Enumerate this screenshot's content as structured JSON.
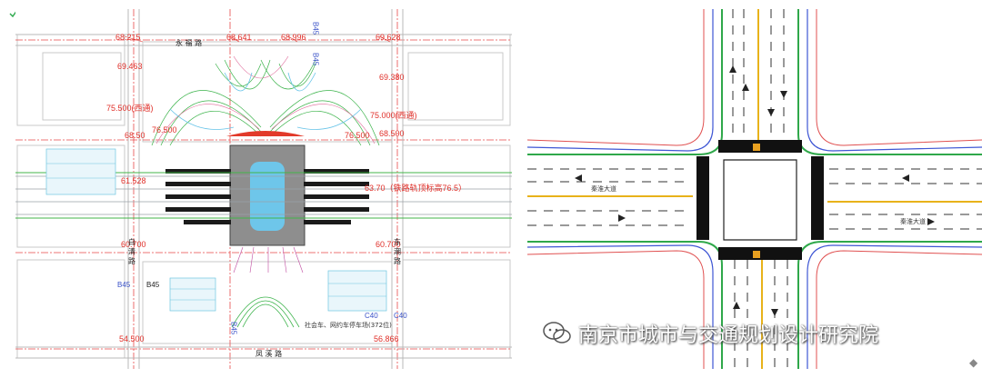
{
  "left_plan": {
    "elevations": {
      "top_left": "68.215",
      "top_mid1": "68.641",
      "top_mid2": "68.996",
      "top_right": "69.628",
      "left_upper": "69.463",
      "right_upper": "69.380",
      "left_mid": "75.500",
      "left_mid_note": "(西通)",
      "right_mid": "75.000",
      "right_mid_note": "(西通)",
      "inner_left": "76.500",
      "inner_right": "76.500",
      "left_lower1": "68.50",
      "right_lower1": "68.500",
      "left_lower2": "61.528",
      "right_note": "63.70（铁路轨顶标高76.5）",
      "left_lower3": "60.700",
      "right_lower3": "60.700",
      "bottom_left": "54.500",
      "bottom_right": "56.866"
    },
    "road_names": {
      "top": "永 福 路",
      "bottom": "凤 溪 路",
      "left": "白 清 路",
      "right": "东 潮 路"
    },
    "block_labels": {
      "b45_top": "B45",
      "b45_right": "B45",
      "b45_left": "B45",
      "b45_inner": "B45",
      "b45_bottom": "B45",
      "c40_1": "C40",
      "c40_2": "C40"
    },
    "parking_note": "社会车、网约车停车场(372位)"
  },
  "right_plan": {
    "left_road_label": "秦淮大道",
    "right_road_label": "秦淮大道"
  },
  "watermark": {
    "text": "南京市城市与交通规划设计研究院",
    "icon": "wechat-icon"
  },
  "corner_mark": "◆"
}
